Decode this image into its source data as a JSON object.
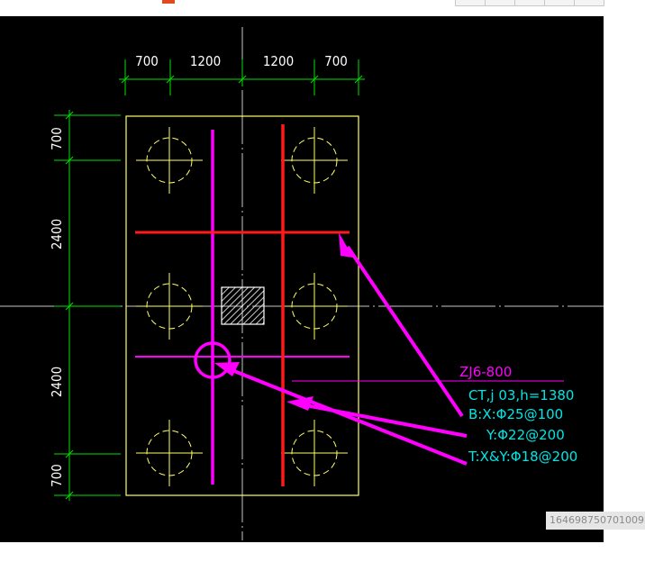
{
  "colors": {
    "background": "#000000",
    "outline": "#ffff66",
    "dimension": "#00e000",
    "dimension_text": "#ffffff",
    "axis": "#c8c8c8",
    "magenta": "#ff00ff",
    "red": "#ff1a1a",
    "annotation": "#00e6e6",
    "pile": "#ffff66"
  },
  "dimensions": {
    "top": [
      "700",
      "1200",
      "1200",
      "700"
    ],
    "left": [
      "700",
      "2400",
      "2400",
      "700"
    ]
  },
  "annotation": {
    "title": "ZJ6-800",
    "line1": "CT,j 03,h=1380",
    "line2": "B:X:Φ25@100",
    "line3": "Y:Φ22@200",
    "line4": "T:X&Y:Φ18@200"
  },
  "watermark": "164698750701009"
}
